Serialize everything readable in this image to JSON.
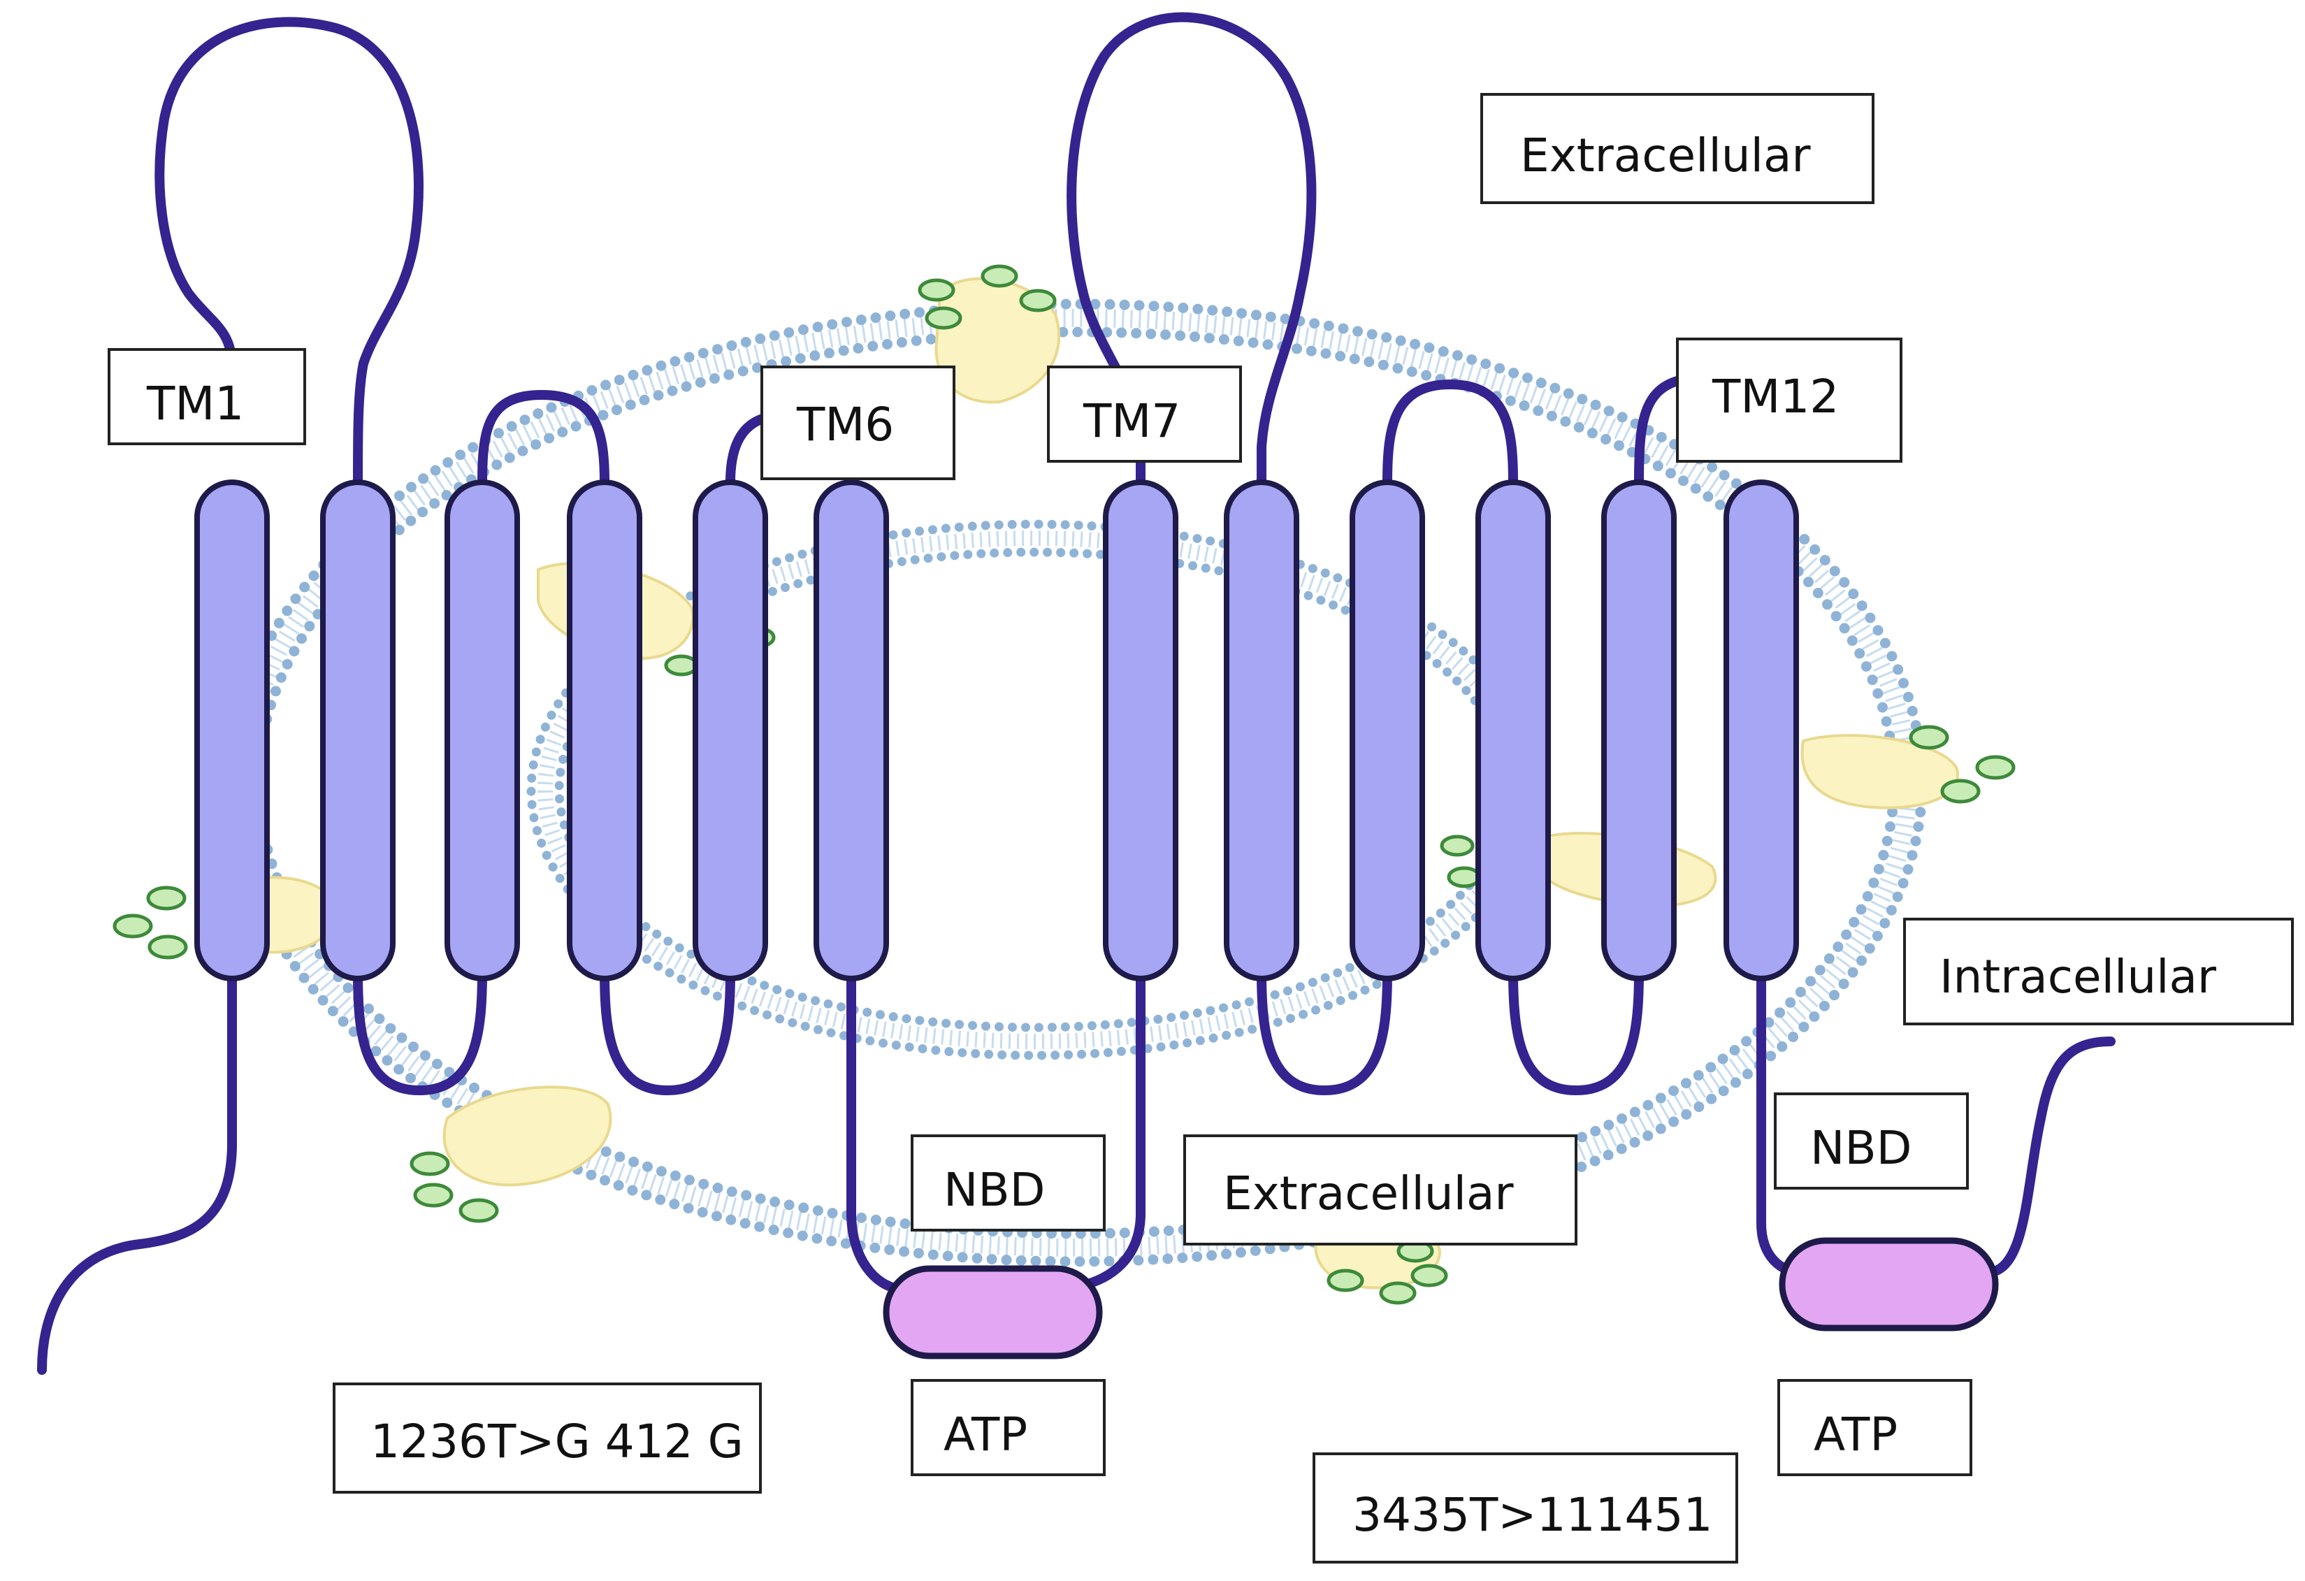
{
  "colors": {
    "background": "#ffffff",
    "backbone": "#35238f",
    "helix_fill": "#a6a6f4",
    "helix_stroke": "#1e1a4a",
    "atp_fill": "#e3a6f3",
    "membrane_dots": "#8fb3d6",
    "membrane_tails": "#c7dcef",
    "blob_fill": "#fbf3c2",
    "blob_stroke": "#e9d98e",
    "dot_fill": "#c9ecb6",
    "dot_stroke": "#3d8a3a",
    "label_stroke": "#222222"
  },
  "labels": {
    "tm1": "TM1",
    "tm6": "TM6",
    "tm7": "TM7",
    "tm12": "TM12",
    "extracellular_top": "Extracellular",
    "extracellular_mid": "Extracellular",
    "intracellular": "Intracellular",
    "nbd_left": "NBD",
    "nbd_right": "NBD",
    "atp_left": "ATP",
    "atp_right": "ATP",
    "snp_1236": "1236T>G 412 G",
    "snp_3435": "3435T>111451"
  },
  "structure": {
    "transmembrane_helix_count": 12,
    "nucleotide_binding_domain_count": 2
  }
}
